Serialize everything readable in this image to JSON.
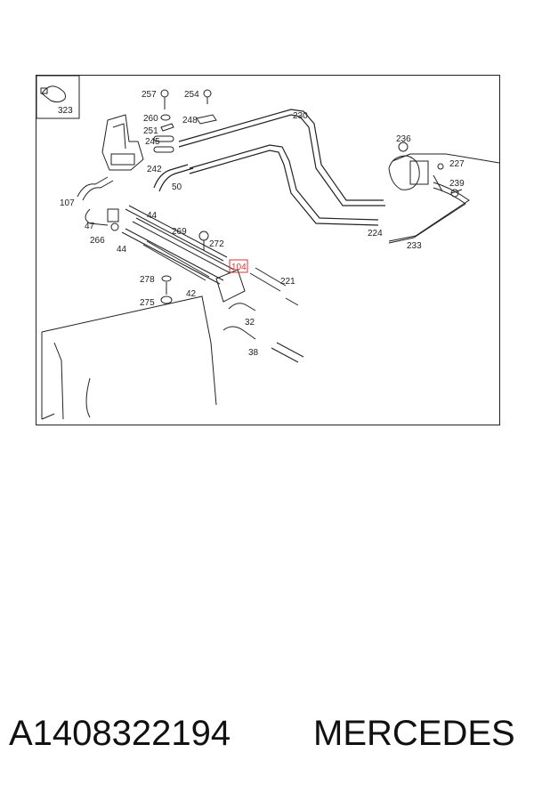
{
  "diagram": {
    "callouts": [
      "323",
      "257",
      "254",
      "260",
      "248",
      "251",
      "245",
      "242",
      "230",
      "50",
      "236",
      "227",
      "239",
      "224",
      "233",
      "107",
      "44",
      "47",
      "266",
      "44",
      "269",
      "272",
      "104",
      "221",
      "278",
      "42",
      "32",
      "275",
      "38"
    ],
    "highlighted_label": "104"
  },
  "footer": {
    "part_number": "A1408322194",
    "brand": "MERCEDES"
  },
  "colors": {
    "line": "#222222",
    "highlight": "#dd3333"
  }
}
